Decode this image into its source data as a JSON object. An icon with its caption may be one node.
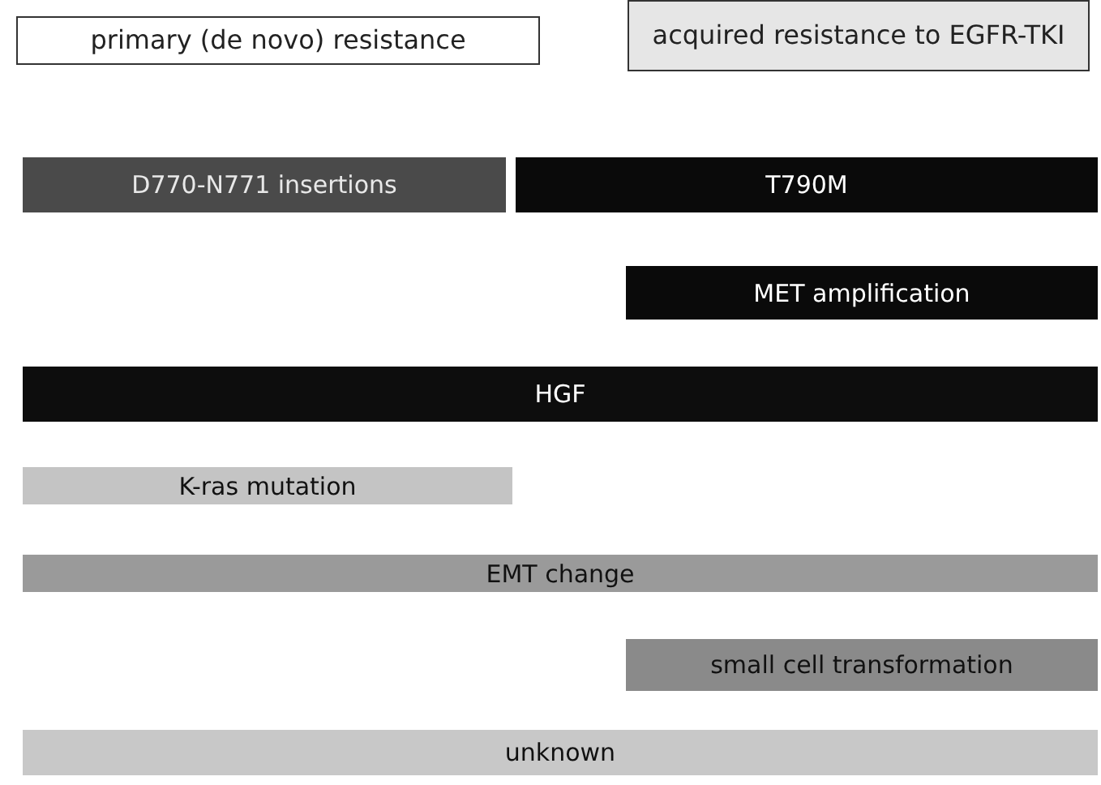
{
  "diagram": {
    "nodes": [
      {
        "text": [
          "primary (de novo) resistance"
        ]
      },
      {
        "text": [
          "acquired resistance to EGFR-TKI"
        ]
      },
      {
        "text": [
          "D770-N771 insertions"
        ]
      },
      {
        "text": [
          "T790M"
        ]
      },
      {
        "text": [
          "MET amplification"
        ]
      },
      {
        "text": [
          "HGF"
        ]
      },
      {
        "text": [
          "K-ras mutation"
        ]
      },
      {
        "text": [
          "EMT change"
        ]
      },
      {
        "text": [
          "small cell transformation"
        ]
      },
      {
        "text": [
          "unknown"
        ]
      }
    ]
  }
}
